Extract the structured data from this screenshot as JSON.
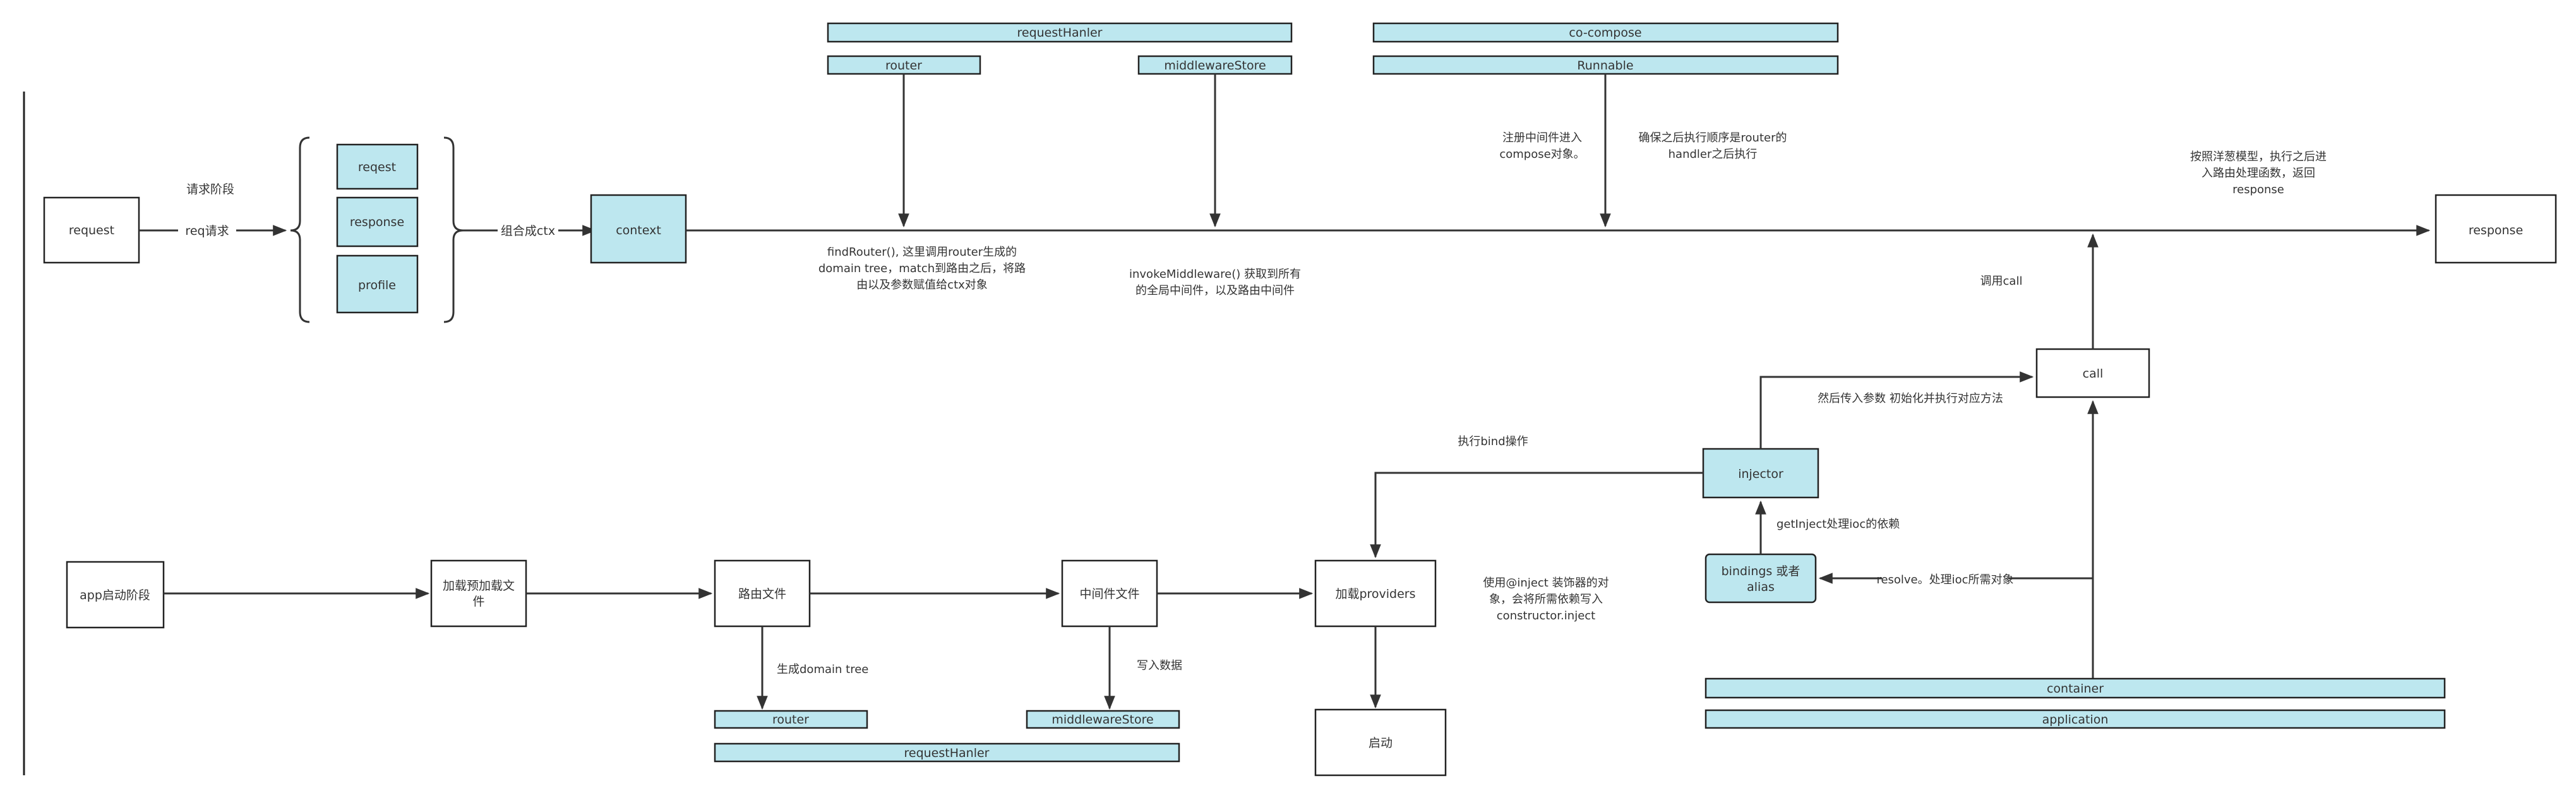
{
  "colors": {
    "node_fill": "#bde7ef",
    "stroke": "#222222",
    "text": "#333333"
  },
  "bars": {
    "top_request_handler": "requestHanler",
    "top_router": "router",
    "top_middleware_store": "middlewareStore",
    "co_compose": "co-compose",
    "runnable": "Runnable",
    "bottom_router": "router",
    "bottom_middleware_store": "middlewareStore",
    "bottom_request_handler": "requestHanler",
    "container": "container",
    "application": "application"
  },
  "nodes": {
    "request": "request",
    "reqest": "reqest",
    "response_part": "response",
    "profile": "profile",
    "context": "context",
    "response": "response",
    "call": "call",
    "injector": "injector",
    "bindings": [
      "bindings 或者",
      "alias"
    ],
    "app_start": "app启动阶段",
    "preload": [
      "加载预加载文",
      "件"
    ],
    "route_file": "路由文件",
    "middleware_file": "中间件文件",
    "providers": "加载providers",
    "launch": "启动"
  },
  "labels": {
    "request_phase": "请求阶段",
    "req_request": "req请求",
    "combine_ctx": "组合成ctx",
    "find_router": [
      "findRouter(), 这里调用router生成的",
      "domain tree，match到路由之后，将路",
      "由以及参数赋值给ctx对象"
    ],
    "invoke_middleware": [
      "invokeMiddleware() 获取到所有",
      "的全局中间件，以及路由中间件"
    ],
    "register_mw": [
      "注册中间件进入",
      "compose对象。"
    ],
    "ensure_order": [
      "确保之后执行顺序是router的",
      "handler之后执行"
    ],
    "onion": [
      "按照洋葱模型，执行之后进",
      "入路由处理函数，返回",
      "response"
    ],
    "call_call": "调用call",
    "pass_params": "然后传入参数 初始化并执行对应方法",
    "bind_op": "执行bind操作",
    "get_inject": "getInject处理ioc的依赖",
    "resolve": "resolve。处理ioc所需对象",
    "use_inject": [
      "使用@inject 装饰器的对",
      "象，会将所需依赖写入",
      "constructor.inject"
    ],
    "gen_domain_tree": "生成domain tree",
    "write_data": "写入数据"
  }
}
